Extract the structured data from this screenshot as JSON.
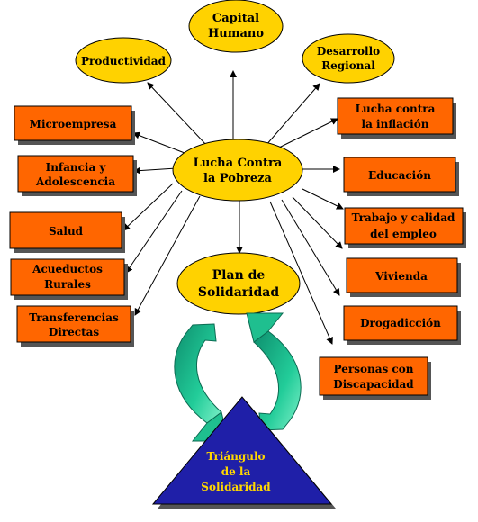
{
  "diagram": {
    "center": "Lucha Contra la Pobreza",
    "top": [
      {
        "id": "productividad",
        "lines": [
          "Productividad"
        ]
      },
      {
        "id": "capital-humano",
        "lines": [
          "Capital",
          "Humano"
        ]
      },
      {
        "id": "desarrollo-regional",
        "lines": [
          "Desarrollo",
          "Regional"
        ]
      }
    ],
    "plan": [
      "Plan de",
      "Solidaridad"
    ],
    "left": [
      {
        "id": "microempresa",
        "lines": [
          "Microempresa"
        ]
      },
      {
        "id": "infancia",
        "lines": [
          "Infancia y",
          "Adolescencia"
        ]
      },
      {
        "id": "salud",
        "lines": [
          "Salud"
        ]
      },
      {
        "id": "acueductos",
        "lines": [
          "Acueductos",
          "Rurales"
        ]
      },
      {
        "id": "transferencias",
        "lines": [
          "Transferencias",
          "Directas"
        ]
      }
    ],
    "right": [
      {
        "id": "inflacion",
        "lines": [
          "Lucha contra",
          "la inflación"
        ]
      },
      {
        "id": "educacion",
        "lines": [
          "Educación"
        ]
      },
      {
        "id": "trabajo",
        "lines": [
          "Trabajo y calidad",
          "del empleo"
        ]
      },
      {
        "id": "vivienda",
        "lines": [
          "Vivienda"
        ]
      },
      {
        "id": "drogadiccion",
        "lines": [
          "Drogadicción"
        ]
      },
      {
        "id": "discapacidad",
        "lines": [
          "Personas con",
          "Discapacidad"
        ]
      }
    ],
    "triangle": [
      "Triángulo",
      "de la",
      "Solidaridad"
    ],
    "colors": {
      "ellipse_fill": "#FFD200",
      "box_fill": "#FF6600",
      "box_shadow": "#555555",
      "triangle_fill": "#1F1FA8",
      "triangle_text": "#FFD700",
      "cycle_arrow": "#22CC99"
    }
  }
}
